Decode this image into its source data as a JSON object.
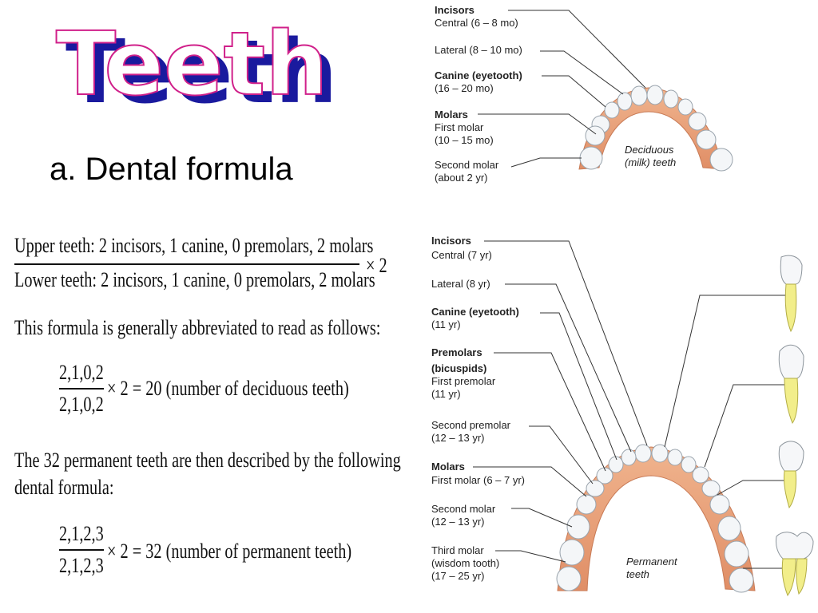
{
  "title": "Teeth",
  "subtitle": "a. Dental formula",
  "formula": {
    "upper_teeth": "Upper teeth: 2 incisors, 1 canine, 0 premolars, 2 molars",
    "lower_teeth": "Lower teeth: 2 incisors, 1 canine, 0 premolars, 2 molars",
    "times_two": "× 2",
    "abbrev_text": "This formula is generally abbreviated to read as follows:",
    "deciduous_num": "2,1,0,2",
    "deciduous_den": "2,1,0,2",
    "deciduous_result": "× 2 = 20 (number of deciduous teeth)",
    "permanent_text_1": "The 32 permanent teeth are then described by the following",
    "permanent_text_2": "dental formula:",
    "permanent_num": "2,1,2,3",
    "permanent_den": "2,1,2,3",
    "permanent_result": "× 2 = 32 (number of permanent teeth)"
  },
  "deciduous_diagram": {
    "caption_1": "Deciduous",
    "caption_2": "(milk) teeth",
    "labels": {
      "incisors": "Incisors",
      "central": "Central (6 – 8 mo)",
      "lateral": "Lateral (8 – 10 mo)",
      "canine": "Canine (eyetooth)",
      "canine_age": "(16 – 20 mo)",
      "molars": "Molars",
      "first_molar": "First molar",
      "first_molar_age": "(10 – 15 mo)",
      "second_molar": "Second molar",
      "second_molar_age": "(about 2 yr)"
    }
  },
  "permanent_diagram": {
    "caption_1": "Permanent",
    "caption_2": "teeth",
    "labels": {
      "incisors": "Incisors",
      "central": "Central (7 yr)",
      "lateral": "Lateral (8 yr)",
      "canine": "Canine (eyetooth)",
      "canine_age": "(11 yr)",
      "premolars": "Premolars",
      "bicuspids": "(bicuspids)",
      "first_premolar": "First premolar",
      "first_premolar_age": "(11 yr)",
      "second_premolar": "Second premolar",
      "second_premolar_age": "(12 – 13 yr)",
      "molars": "Molars",
      "first_molar": "First molar (6 – 7 yr)",
      "second_molar": "Second molar",
      "second_molar_age": "(12 – 13 yr)",
      "third_molar": "Third molar",
      "wisdom_tooth": "(wisdom tooth)",
      "third_molar_age": "(17 – 25 yr)"
    }
  },
  "colors": {
    "title_back": "#1a1a9e",
    "title_outline": "#d0208a",
    "gum": "#e8a27a",
    "tooth": "#f4f6f8",
    "root": "#f2ee8a"
  }
}
